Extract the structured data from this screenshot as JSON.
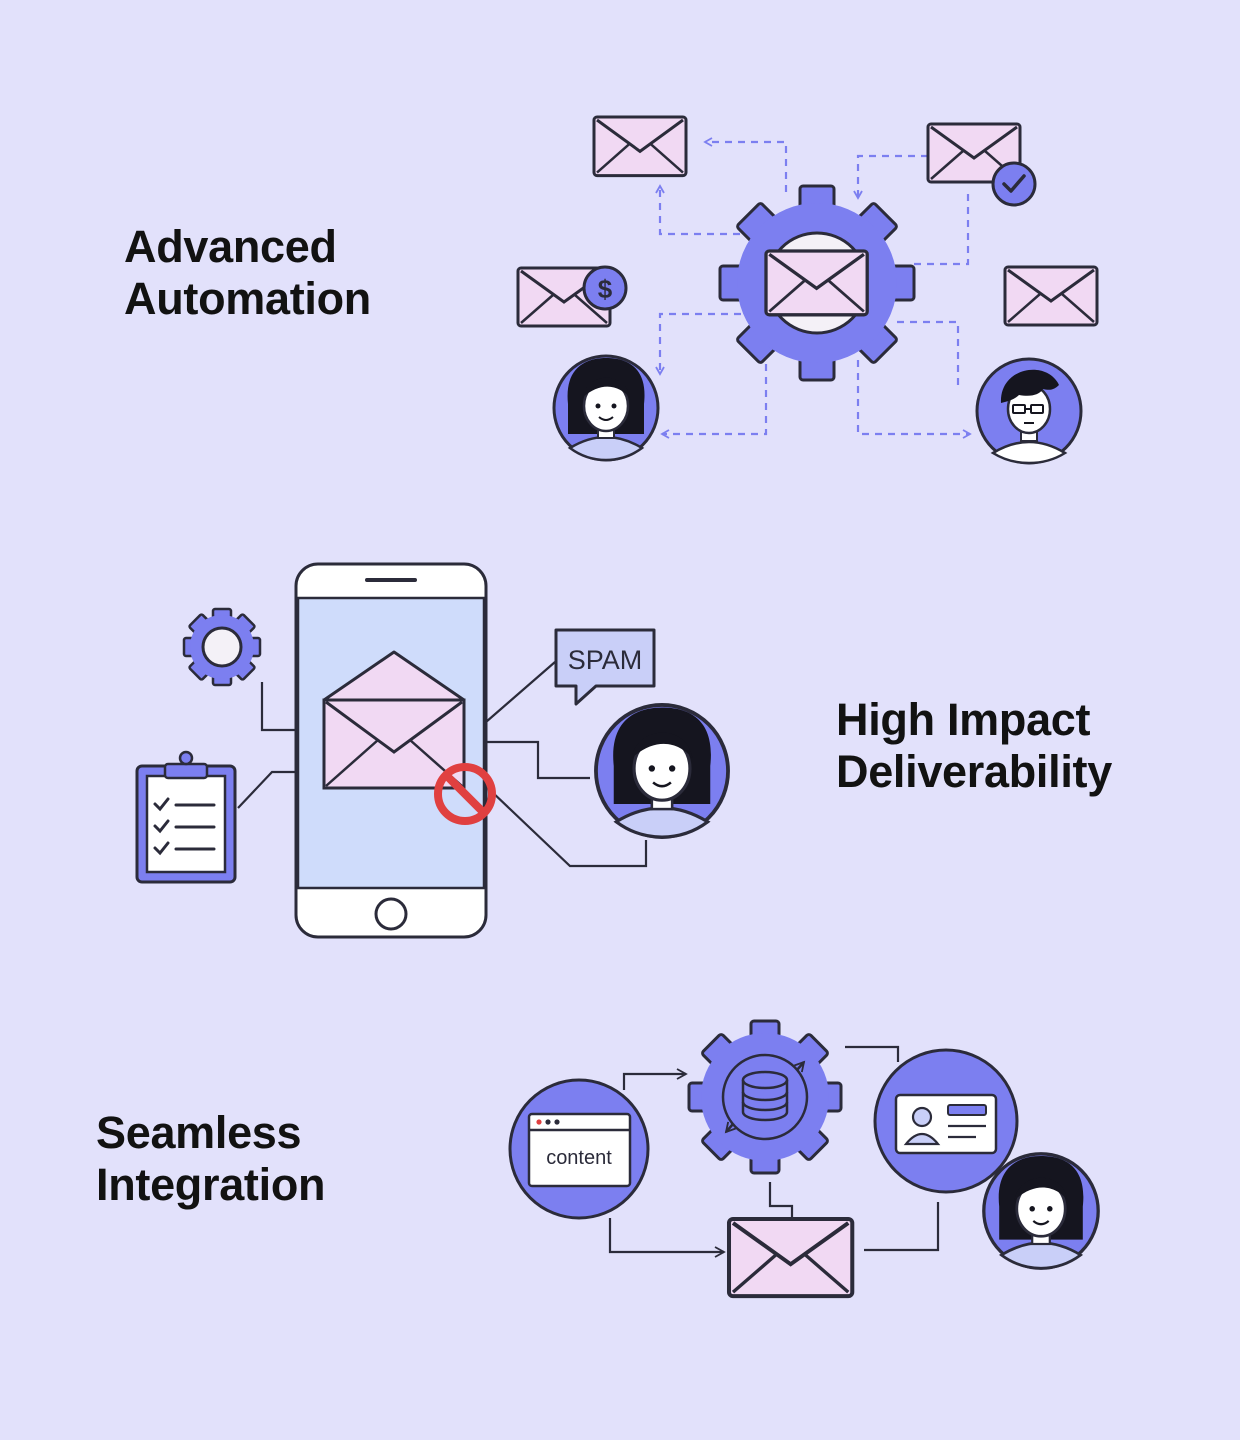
{
  "features": [
    {
      "line1": "Advanced",
      "line2": "Automation"
    },
    {
      "line1": "High Impact",
      "line2": "Deliverability"
    },
    {
      "line1": "Seamless",
      "line2": "Integration"
    }
  ],
  "labels": {
    "spam_bubble": "SPAM",
    "content_window": "content",
    "currency_symbol": "$"
  },
  "colors": {
    "background": "#e2e1fb",
    "accent": "#7c7ff0",
    "envelope": "#f1d9f3",
    "stroke": "#2b2b3a",
    "block": "#e04040"
  }
}
